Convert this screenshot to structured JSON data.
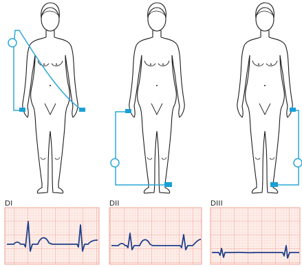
{
  "colors": {
    "body_outline": "#1a1a1a",
    "lead_wire": "#2aa7d6",
    "electrode_band": "#1aa0d4",
    "grid_major": "#ef8d7d",
    "grid_minor": "#f8c9c0",
    "grid_background": "#fdeeea",
    "trace": "#1f3f8a"
  },
  "icons": {
    "figure": "human-figure-icon",
    "meter": "galvanometer-circle-icon"
  },
  "leads": [
    {
      "label": "DI"
    },
    {
      "label": "DII"
    },
    {
      "label": "DIII"
    }
  ]
}
